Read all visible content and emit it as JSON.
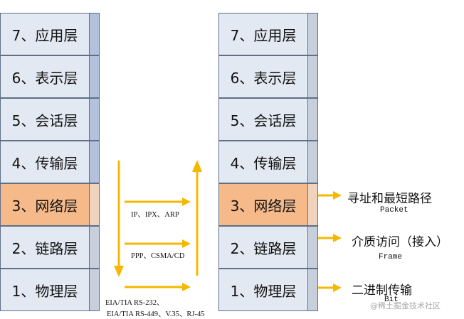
{
  "left_stack": {
    "layers": [
      {
        "label": "7、应用层"
      },
      {
        "label": "6、表示层"
      },
      {
        "label": "5、会话层"
      },
      {
        "label": "4、传输层"
      },
      {
        "label": "3、网络层"
      },
      {
        "label": "2、链路层"
      },
      {
        "label": "1、物理层"
      }
    ]
  },
  "right_stack": {
    "layers": [
      {
        "label": "7、应用层"
      },
      {
        "label": "6、表示层"
      },
      {
        "label": "5、会话层"
      },
      {
        "label": "4、传输层"
      },
      {
        "label": "3、网络层"
      },
      {
        "label": "2、链路层"
      },
      {
        "label": "1、物理层"
      }
    ]
  },
  "protocols": {
    "network": "IP、IPX、ARP",
    "link": "PPP、CSMA/CD",
    "physical_line1": "EIA/TIA RS-232、",
    "physical_line2": "EIA/TIA RS-449、V.35、RJ-45"
  },
  "functions": {
    "network": {
      "text": "寻址和最短路径",
      "unit": "Packet"
    },
    "link": {
      "text": "介质访问（接入）",
      "unit": "Frame"
    },
    "physical": {
      "text": "二进制传输",
      "unit": "Bit"
    }
  },
  "watermark": "@稀土掘金技术社区",
  "colors": {
    "arrow": "#f5b800",
    "highlight": "#f5b98a",
    "layer_face": "#e3e9f2"
  }
}
